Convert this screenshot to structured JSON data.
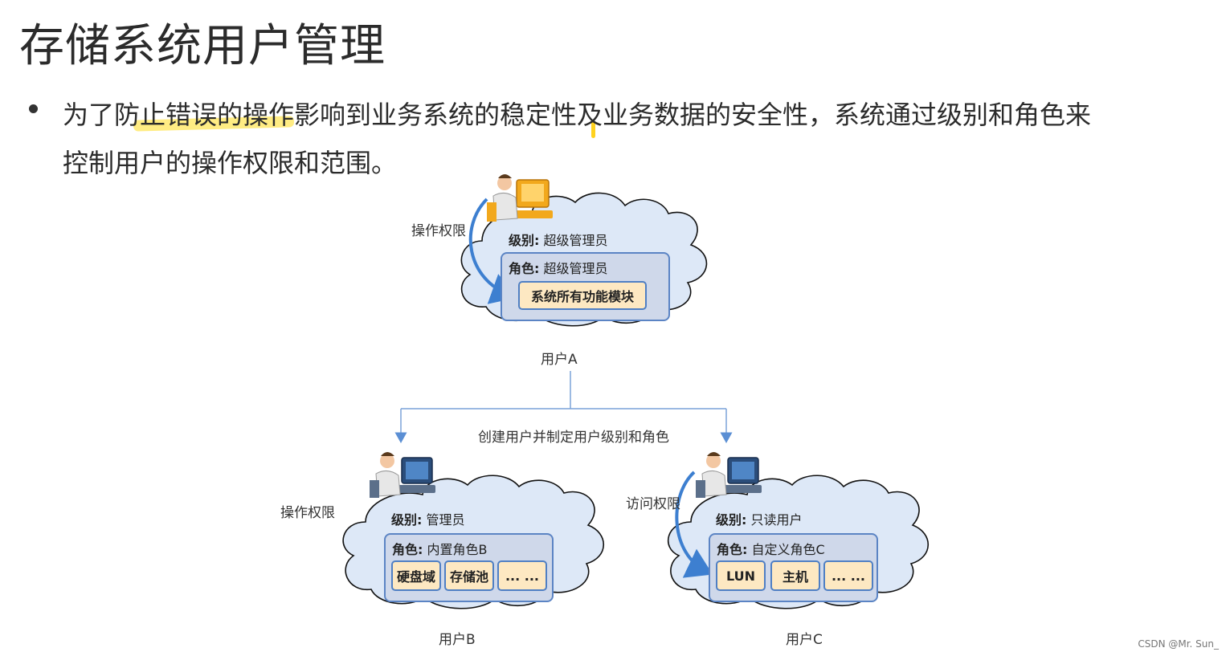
{
  "title": "存储系统用户管理",
  "bullet": {
    "line1": "为了防止错误的操作影响到业务系统的稳定性及业务数据的安全性，系统通过级别和角色来",
    "line2": "控制用户的操作权限和范围。"
  },
  "colors": {
    "cloud_fill": "#dde8f7",
    "cloud_stroke": "#111111",
    "role_fill": "#cfd8ea",
    "role_stroke": "#5b84c4",
    "chip_fill": "#fde8c2",
    "arrow": "#3d7fd0",
    "connector": "#7aa2d8",
    "highlight": "#ffe65a"
  },
  "diagram": {
    "userA": {
      "name": "用户A",
      "perm_label": "操作权限",
      "level_key": "级别:",
      "level_value": "超级管理员",
      "role_key": "角色:",
      "role_value": "超级管理员",
      "modules": [
        "系统所有功能模块"
      ]
    },
    "connector_label": "创建用户并制定用户级别和角色",
    "userB": {
      "name": "用户B",
      "perm_label": "操作权限",
      "level_key": "级别:",
      "level_value": "管理员",
      "role_key": "角色:",
      "role_value": "内置角色B",
      "modules": [
        "硬盘域",
        "存储池",
        "... ..."
      ]
    },
    "userC": {
      "name": "用户C",
      "perm_label": "访问权限",
      "level_key": "级别:",
      "level_value": "只读用户",
      "role_key": "角色:",
      "role_value": "自定义角色C",
      "modules": [
        "LUN",
        "主机",
        "... ..."
      ]
    }
  },
  "watermark": "CSDN @Mr. Sun_"
}
